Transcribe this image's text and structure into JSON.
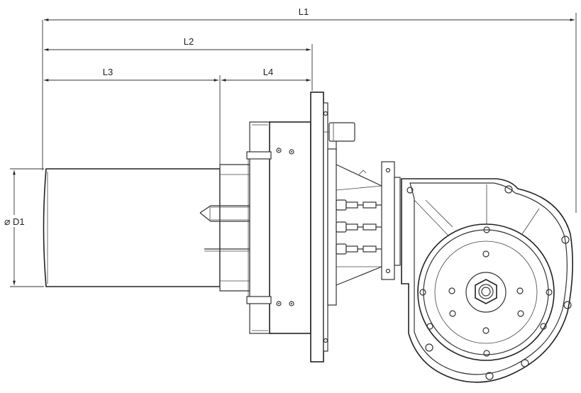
{
  "drawing": {
    "dimensions": {
      "l1": "L1",
      "l2": "L2",
      "l3": "L3",
      "l4": "L4",
      "d1": "D1",
      "diameter_symbol": "⌀"
    }
  }
}
